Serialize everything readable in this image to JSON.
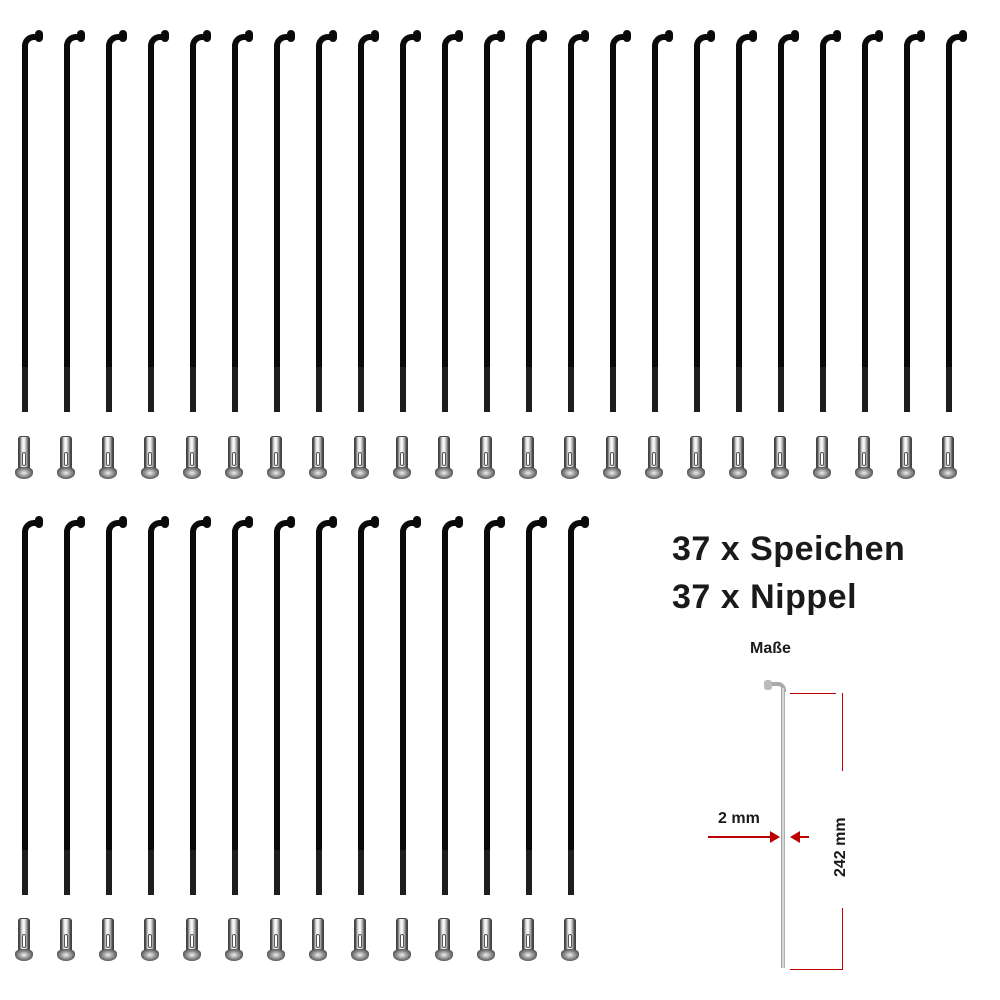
{
  "product": {
    "headline_spokes": "37 x Speichen",
    "headline_nipples": "37 x Nippel",
    "dimensions_label": "Maße",
    "diameter_label": "2 mm",
    "length_label": "242 mm"
  },
  "rows": [
    {
      "name": "top",
      "spoke_count": 23,
      "nipple_count": 23
    },
    {
      "name": "bottom",
      "spoke_count": 14,
      "nipple_count": 14
    }
  ],
  "colors": {
    "spoke": "#0a0a0a",
    "dimension_line": "#bb0000",
    "text": "#1a1a1a"
  }
}
